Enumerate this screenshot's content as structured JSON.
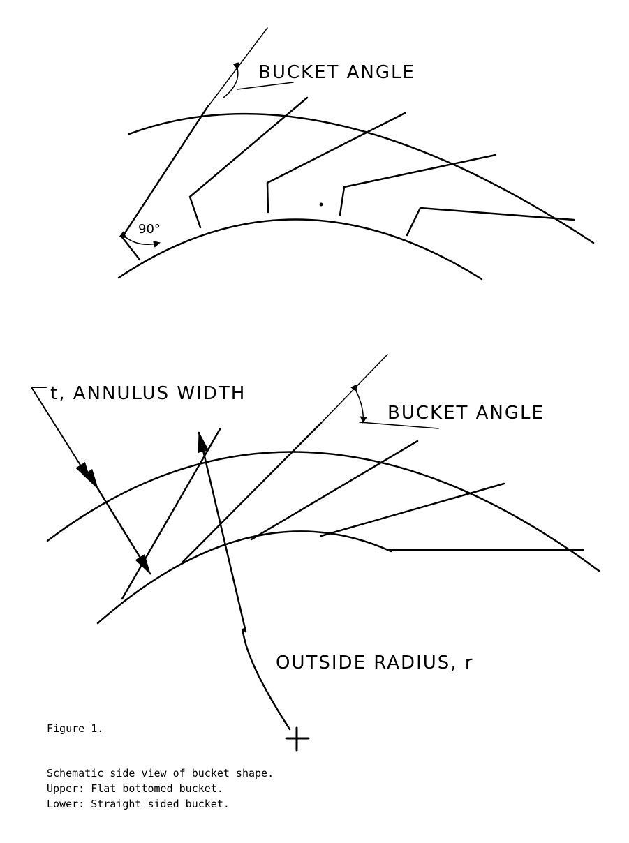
{
  "upper": {
    "bucket_angle_label": "BUCKET ANGLE",
    "right_angle_label": "90°"
  },
  "lower": {
    "annulus_label": "t, ANNULUS WIDTH",
    "bucket_angle_label": "BUCKET ANGLE",
    "radius_label": "OUTSIDE RADIUS, r"
  },
  "figure_label": "Figure 1.",
  "caption": [
    "Schematic side view of bucket shape.",
    "Upper: Flat bottomed bucket.",
    "Lower: Straight sided bucket."
  ]
}
